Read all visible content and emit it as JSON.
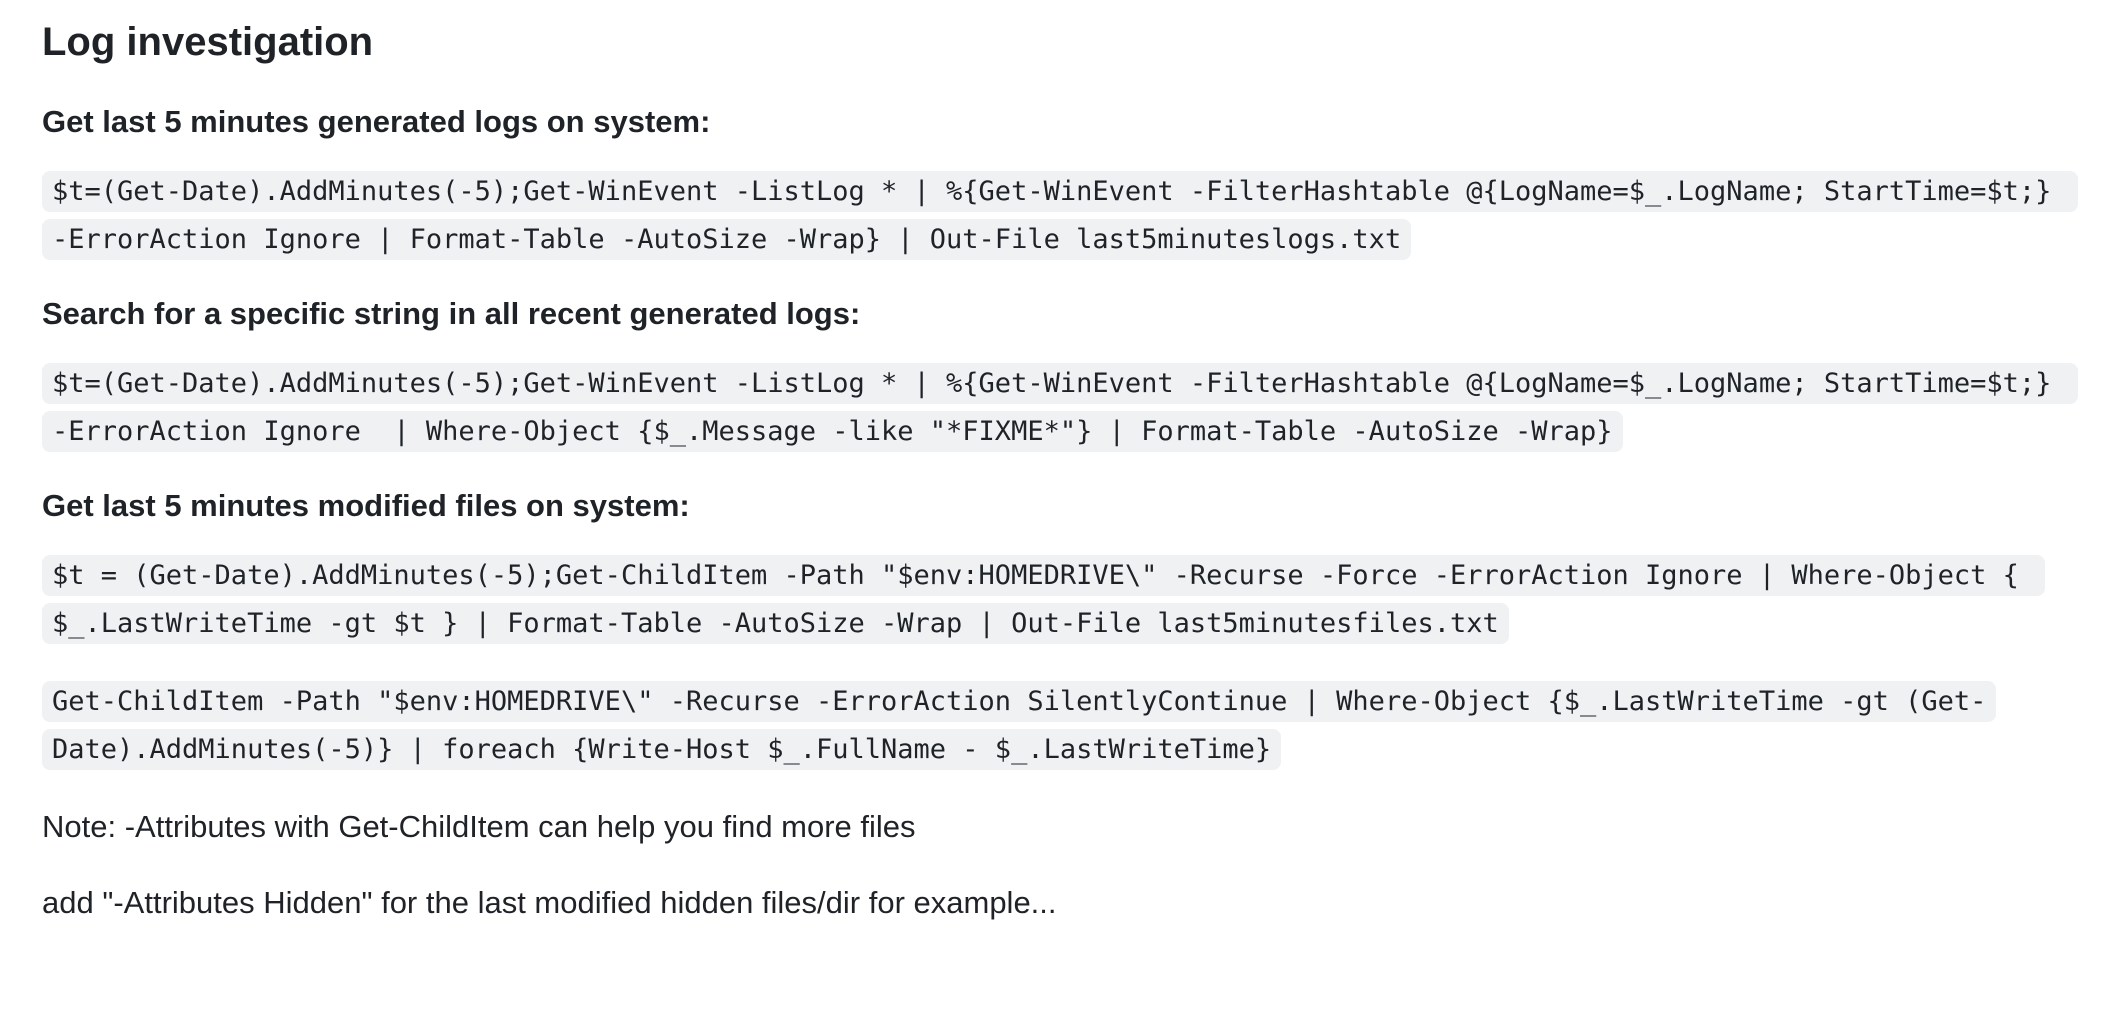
{
  "document": {
    "title": "Log investigation",
    "sections": [
      {
        "heading": "Get last 5 minutes generated logs on system:",
        "code_blocks": [
          "$t=(Get-Date).AddMinutes(-5);Get-WinEvent -ListLog * | %{Get-WinEvent -FilterHashtable @{LogName=$_.LogName; StartTime=$t;} -ErrorAction Ignore | Format-Table -AutoSize -Wrap} | Out-File last5minuteslogs.txt"
        ]
      },
      {
        "heading": "Search for a specific string in all recent generated logs:",
        "code_blocks": [
          "$t=(Get-Date).AddMinutes(-5);Get-WinEvent -ListLog * | %{Get-WinEvent -FilterHashtable @{LogName=$_.LogName; StartTime=$t;} -ErrorAction Ignore  | Where-Object {$_.Message -like \"*FIXME*\"} | Format-Table -AutoSize -Wrap}"
        ]
      },
      {
        "heading": "Get last 5 minutes modified files on system:",
        "code_blocks": [
          "$t = (Get-Date).AddMinutes(-5);Get-ChildItem -Path \"$env:HOMEDRIVE\\\" -Recurse -Force -ErrorAction Ignore | Where-Object { $_.LastWriteTime -gt $t } | Format-Table -AutoSize -Wrap | Out-File last5minutesfiles.txt",
          "Get-ChildItem -Path \"$env:HOMEDRIVE\\\" -Recurse -ErrorAction SilentlyContinue | Where-Object {$_.LastWriteTime -gt (Get-Date).AddMinutes(-5)} | foreach {Write-Host $_.FullName - $_.LastWriteTime}"
        ]
      }
    ],
    "notes": [
      "Note: -Attributes with Get-ChildItem can help you find more files",
      "add \"-Attributes Hidden\" for the last modified hidden files/dir for example..."
    ]
  }
}
